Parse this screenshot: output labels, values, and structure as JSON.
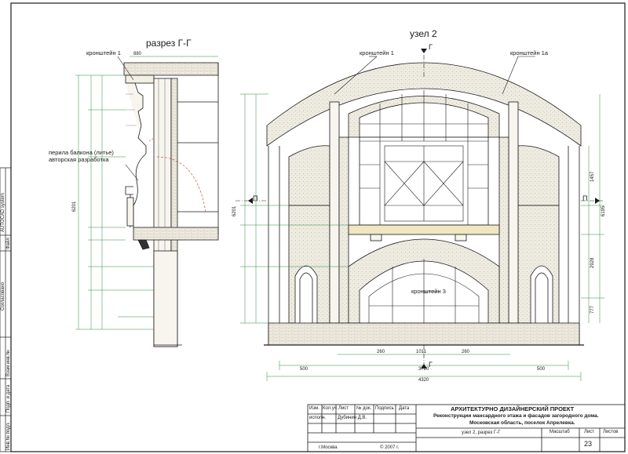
{
  "section_title": "разрез Г-Г",
  "node_title": "узел 2",
  "callouts": {
    "bracket1_left": "кронштейн 1",
    "bracket1_right": "кронштейн 1",
    "bracket1a": "кронштейн 1а",
    "bracket3": "кронштейн 3",
    "railing_line1": "перила балкона (литье)",
    "railing_line2": "авторская разработка"
  },
  "section_marks": {
    "top": "Г",
    "bottom": "Г",
    "left": "П",
    "right": "П"
  },
  "dimensions": {
    "overall_width": "4320",
    "lower_left": "500",
    "lower_mid": "3720",
    "lower_right": "500",
    "d1": "260",
    "d2": "1011",
    "d3": "260",
    "right_total": "6195",
    "left_total": "6201",
    "r1": "1457",
    "r2": "2928",
    "r3": "777",
    "section_top": "880",
    "section_height": "6201"
  },
  "title_block": {
    "headers": [
      "Изм.",
      "Кол.уч",
      "Лист",
      "№ док.",
      "Подпись",
      "Дата"
    ],
    "role": "исполн.",
    "author": "Дубинин Д.В.",
    "project_title": "АРХИТЕКТУРНО ДИЗАЙНЕРСКИЙ ПРОЕКТ",
    "project_line2": "Реконструкции мансардного этажа и фасадов загородного дома.",
    "project_line3": "Московская область, поселок Апрелевка.",
    "sheet_name": "узел 2, разрез Г-Г",
    "scale_label": "Масштаб",
    "sheet_label": "Лист",
    "sheets_label": "Листов",
    "sheet_number": "23",
    "city": "г.Москва",
    "copyright": "©  2007 г."
  },
  "side_stamp": {
    "system": "AUTOCAD system",
    "file": "Файл",
    "approved": "Согласовано",
    "replaced": "Взам.инв.№",
    "signature_date": "Подп. и дата",
    "inventory": "Инв.№ подл."
  },
  "colors": {
    "line": "#1a1a1a",
    "dim_green": "#2e8b3a",
    "fill_stone": "#e8e4d8",
    "beam": "#f1e6c2",
    "hatch": "#c9c3b3",
    "red_dash": "#c0392b"
  }
}
